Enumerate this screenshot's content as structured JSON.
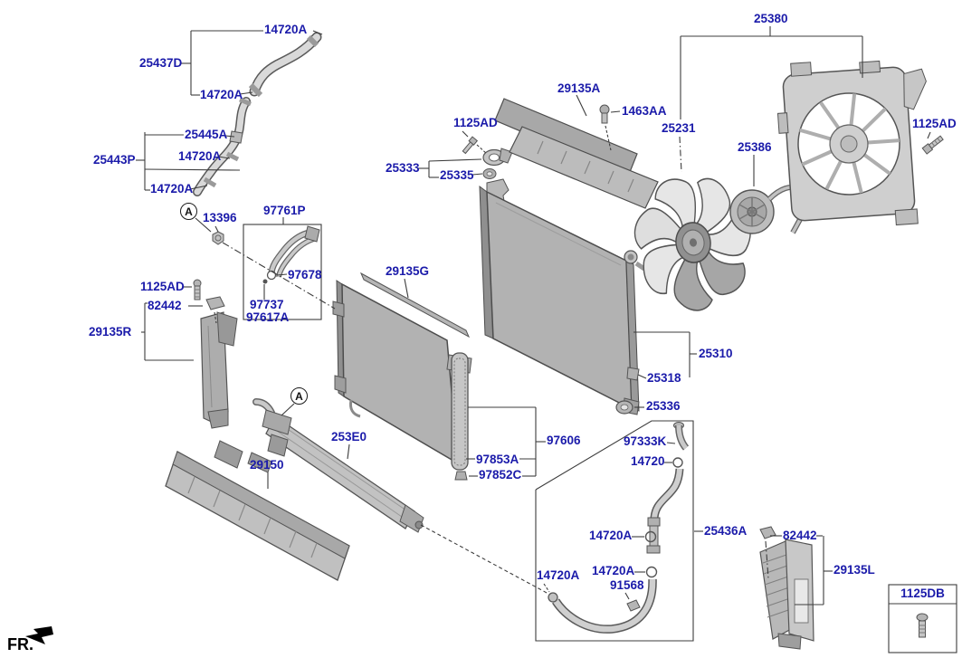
{
  "diagram": {
    "direction_label": "FR.",
    "callout_letter": "A",
    "labels": [
      {
        "id": "hose-upper-clamp-top",
        "text": "14720A"
      },
      {
        "id": "hose-upper",
        "text": "25437D"
      },
      {
        "id": "hose-upper-clamp-bottom",
        "text": "14720A"
      },
      {
        "id": "hose-mid-sensor",
        "text": "25445A"
      },
      {
        "id": "hose-mid-clamp-upper",
        "text": "14720A"
      },
      {
        "id": "hose-mid-assy",
        "text": "25443P"
      },
      {
        "id": "hose-mid-clamp-lower",
        "text": "14720A"
      },
      {
        "id": "nut",
        "text": "13396"
      },
      {
        "id": "pipe-assy",
        "text": "97761P"
      },
      {
        "id": "o-ring-pipe",
        "text": "97678"
      },
      {
        "id": "pipe-sub-1",
        "text": "97737"
      },
      {
        "id": "pipe-sub-2",
        "text": "97617A"
      },
      {
        "id": "bolt-left",
        "text": "1125AD"
      },
      {
        "id": "clip-left",
        "text": "82442"
      },
      {
        "id": "air-guard-right",
        "text": "29135R"
      },
      {
        "id": "bolt-center",
        "text": "1125AD"
      },
      {
        "id": "radiator-bracket",
        "text": "25333"
      },
      {
        "id": "radiator-grommet",
        "text": "25335"
      },
      {
        "id": "air-guard-upper",
        "text": "29135A"
      },
      {
        "id": "clip-bolt",
        "text": "1463AA"
      },
      {
        "id": "fan",
        "text": "25231"
      },
      {
        "id": "fan-shroud-assy",
        "text": "25380"
      },
      {
        "id": "fan-motor",
        "text": "25386"
      },
      {
        "id": "bolt-right",
        "text": "1125AD"
      },
      {
        "id": "condenser-seal",
        "text": "29135G"
      },
      {
        "id": "radiator",
        "text": "25310"
      },
      {
        "id": "radiator-drain",
        "text": "25318"
      },
      {
        "id": "radiator-mount",
        "text": "25336"
      },
      {
        "id": "condenser",
        "text": "97606"
      },
      {
        "id": "receiver-drier",
        "text": "97853A"
      },
      {
        "id": "drier-cap",
        "text": "97852C"
      },
      {
        "id": "intercooler",
        "text": "253E0"
      },
      {
        "id": "air-guard-lower",
        "text": "29150"
      },
      {
        "id": "hose-fitting",
        "text": "97333K"
      },
      {
        "id": "o-ring-hose",
        "text": "14720"
      },
      {
        "id": "hose-assy-lower",
        "text": "25436A"
      },
      {
        "id": "hose-clamp-1",
        "text": "14720A"
      },
      {
        "id": "hose-clamp-2",
        "text": "14720A"
      },
      {
        "id": "hose-clip",
        "text": "91568"
      },
      {
        "id": "hose-end",
        "text": "14720A"
      },
      {
        "id": "clip-right",
        "text": "82442"
      },
      {
        "id": "air-guard-left",
        "text": "29135L"
      },
      {
        "id": "ref-bolt-box",
        "text": "1125DB"
      },
      {
        "id": "front-direction",
        "text": "FR."
      }
    ]
  }
}
